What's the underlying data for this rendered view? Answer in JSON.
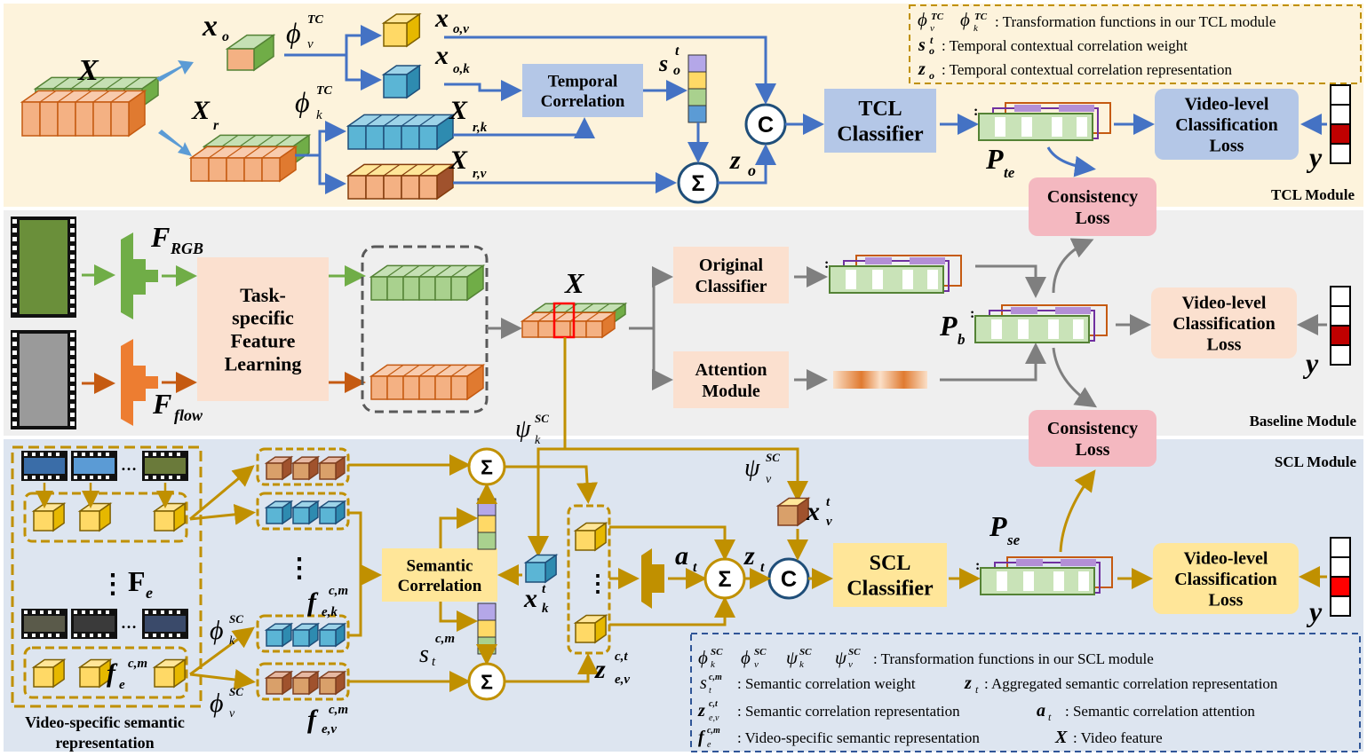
{
  "modules": {
    "tcl": "TCL  Module",
    "baseline": "Baseline Module",
    "scl": "SCL Module"
  },
  "boxes": {
    "temporal_correlation": [
      "Temporal",
      "Correlation"
    ],
    "tcl_classifier": [
      "TCL",
      "Classifier"
    ],
    "video_loss_tcl": [
      "Video-level",
      "Classification",
      "Loss"
    ],
    "consistency_loss_top": [
      "Consistency",
      "Loss"
    ],
    "task_specific": [
      "Task-",
      "specific",
      "Feature",
      "Learning"
    ],
    "original_classifier": [
      "Original",
      "Classifier"
    ],
    "attention_module": [
      "Attention",
      "Module"
    ],
    "video_loss_base": [
      "Video-level",
      "Classification",
      "Loss"
    ],
    "consistency_loss_bottom": [
      "Consistency",
      "Loss"
    ],
    "semantic_correlation": [
      "Semantic",
      "Correlation"
    ],
    "scl_classifier": [
      "SCL",
      "Classifier"
    ],
    "video_loss_scl": [
      "Video-level",
      "Classification",
      "Loss"
    ]
  },
  "symbols": {
    "X": "X",
    "xo": "x",
    "xo_sub": "o",
    "phi": "ϕ",
    "psi": "ψ",
    "TC": "TC",
    "SC": "SC",
    "v": "v",
    "k": "k",
    "r": "r",
    "xov_sub": "o,v",
    "xok_sub": "o,k",
    "xrk_sub": "r,k",
    "xrv_sub": "r,v",
    "s": "s",
    "t": "t",
    "o": "o",
    "z": "z",
    "C": "C",
    "sum": "Σ",
    "P": "P",
    "te": "te",
    "b": "b",
    "se": "se",
    "y": "y",
    "F": "F",
    "RGB": "RGB",
    "flow": "flow",
    "Fe": "F",
    "e": "e",
    "f": "f",
    "cm": "c,m",
    "ek": "e,k",
    "ev": "e,v",
    "ct": "c,t",
    "a": "a",
    "dots": "…",
    "vdots": "⋮"
  },
  "legend_tcl": [
    {
      "sym": "ϕv TC  ϕk TC",
      "text": ":  Transformation functions in our TCL module"
    },
    {
      "sym": "So t",
      "text": ": Temporal contextual correlation weight"
    },
    {
      "sym": "zo",
      "text": ": Temporal contextual correlation representation"
    }
  ],
  "legend_scl": [
    {
      "text": ": Transformation functions in our SCL module"
    },
    {
      "text": ": Semantic correlation weight"
    },
    {
      "text": ": Aggregated semantic correlation representation"
    },
    {
      "text": ": Semantic correlation representation"
    },
    {
      "text": ": Semantic correlation attention"
    },
    {
      "text": ": Video-specific semantic representation"
    },
    {
      "text": ": Video feature"
    }
  ],
  "caption_vs": [
    "Video-specific  semantic",
    "representation"
  ],
  "colors": {
    "tcl_bg": "#fdf3dc",
    "base_bg": "#efefef",
    "scl_bg": "#dde5f0",
    "blue_arrow": "#4472c4",
    "gold": "#c09000",
    "gray_arrow": "#7f7f7f",
    "green_arrow": "#70ad47",
    "orange_arrow": "#c55a11",
    "red": "#c00000"
  }
}
